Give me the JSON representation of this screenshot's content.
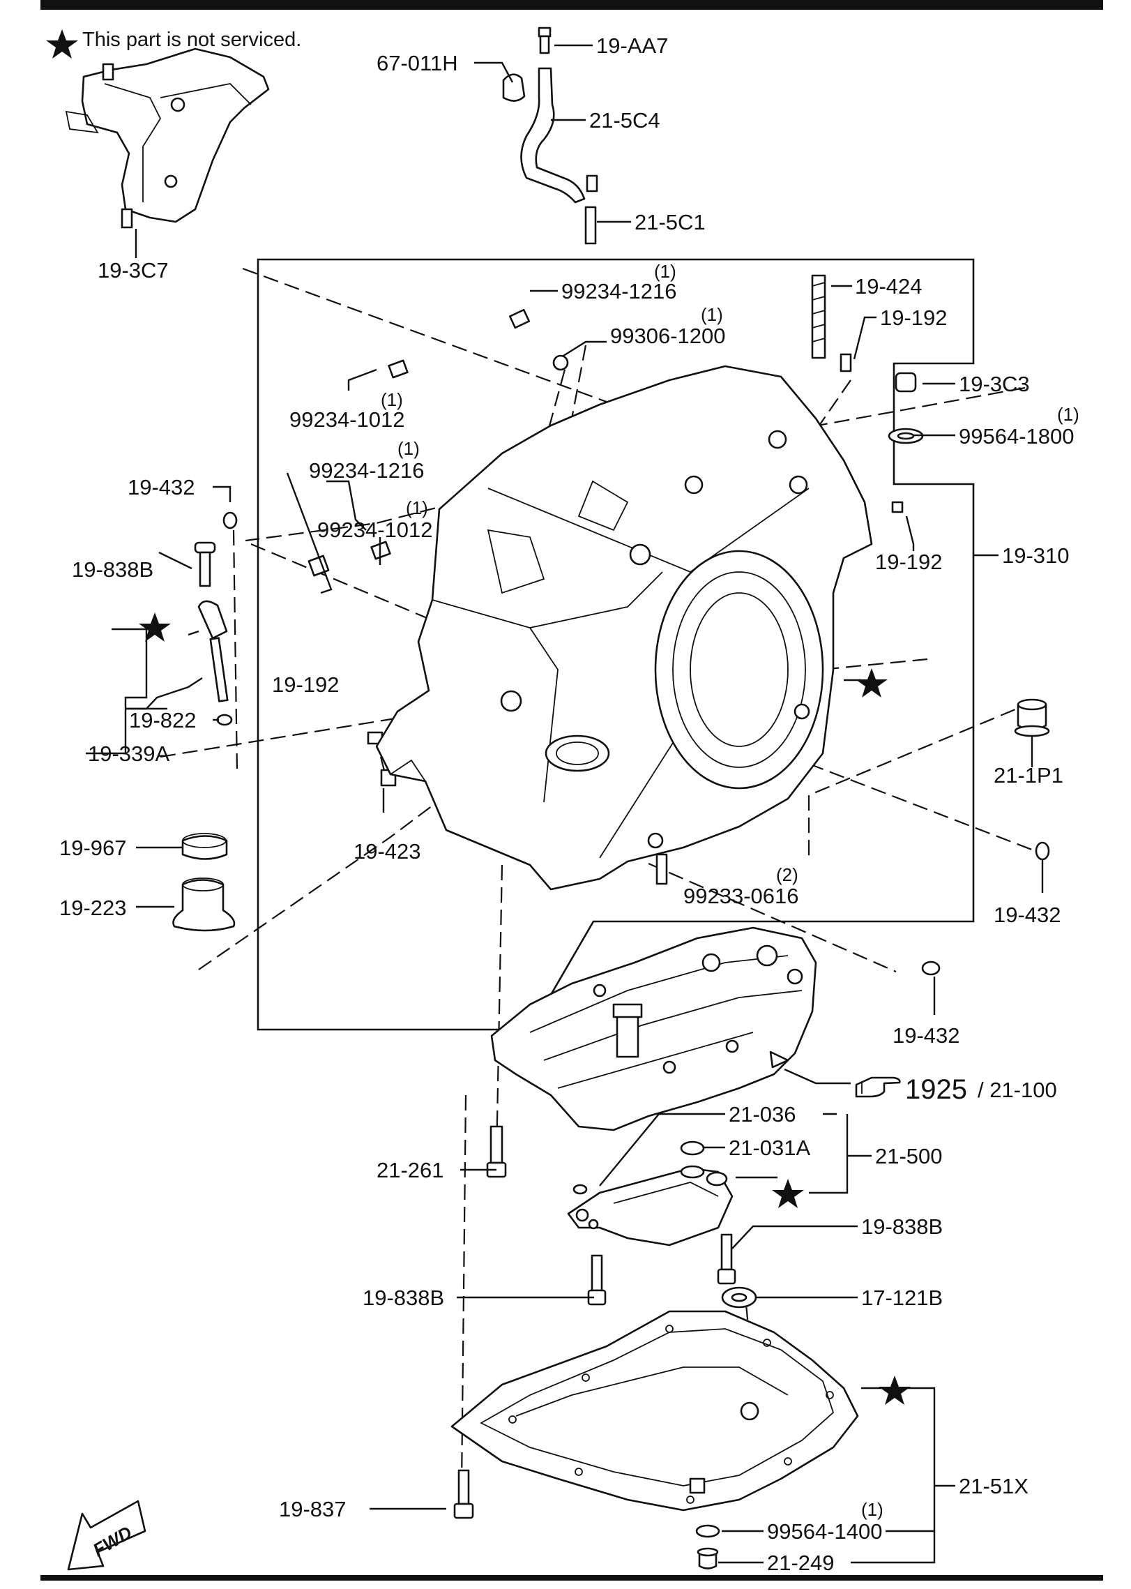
{
  "note": {
    "symbol": "★",
    "text": "This part is not serviced."
  },
  "callouts": {
    "c19_AA7": "19-AA7",
    "c67_011H": "67-011H",
    "c21_5C4": "21-5C4",
    "c21_5C1": "21-5C1",
    "c19_3C7": "19-3C7",
    "c99234_1216_a": "99234-1216",
    "c99234_1216_a_qty": "(1)",
    "c99306_1200": "99306-1200",
    "c99306_1200_qty": "(1)",
    "c19_424": "19-424",
    "c19_192_a": "19-192",
    "c19_3C3": "19-3C3",
    "c99564_1800": "99564-1800",
    "c99564_1800_qty": "(1)",
    "c99234_1012_a": "99234-1012",
    "c99234_1012_a_qty": "(1)",
    "c19_432_a": "19-432",
    "c99234_1216_b": "99234-1216",
    "c99234_1216_b_qty": "(1)",
    "c99234_1012_b": "99234-1012",
    "c99234_1012_b_qty": "(1)",
    "c19_192_b": "19-192",
    "c19_310": "19-310",
    "c19_838B_a": "19-838B",
    "c19_822": "19-822",
    "c19_339A": "19-339A",
    "c19_192_c": "19-192",
    "c21_1P1": "21-1P1",
    "c19_967": "19-967",
    "c19_423": "19-423",
    "c99233_0616": "99233-0616",
    "c99233_0616_qty": "(2)",
    "c19_432_b": "19-432",
    "c19_223": "19-223",
    "c19_432_c": "19-432",
    "ref_main": "1925",
    "ref_sub": "/ 21-100",
    "c21_036": "21-036",
    "c21_031A": "21-031A",
    "c21_500": "21-500",
    "c21_261": "21-261",
    "c19_838B_b": "19-838B",
    "c19_838B_c": "19-838B",
    "c17_121B": "17-121B",
    "c21_51X": "21-51X",
    "c19_837": "19-837",
    "c99564_1400": "99564-1400",
    "c99564_1400_qty": "(1)",
    "c21_249": "21-249",
    "fwd": "FWD"
  }
}
